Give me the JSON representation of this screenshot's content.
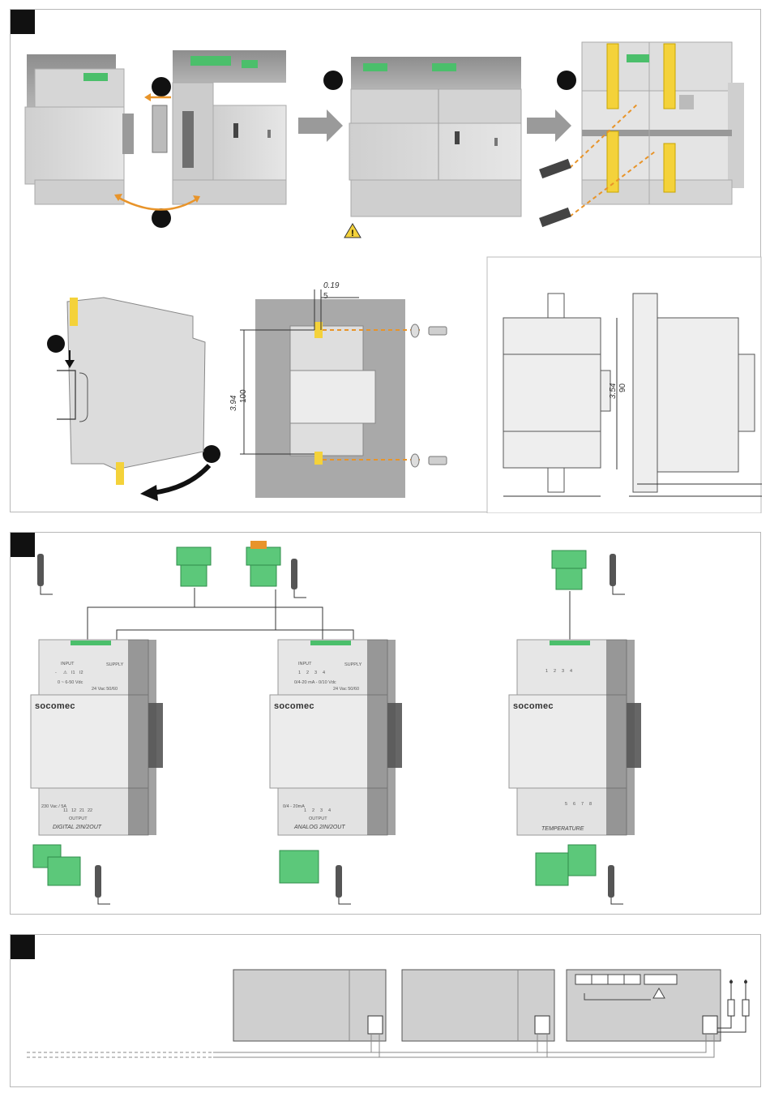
{
  "dimensions": {
    "gap_in": "0.19",
    "gap_mm": "5",
    "height_in": "3.94",
    "height_mm": "100",
    "side_in": "3.54",
    "side_mm": "90"
  },
  "modules": [
    {
      "brand": "socomec",
      "input_label": "INPUT",
      "input_range": "0 ~ 6-50 Vdc",
      "supply_label": "SUPPLY",
      "supply_spec": "24 Vac 50/60",
      "output_label": "OUTPUT",
      "output_spec": "230 Vac / 5A",
      "model": "DIGITAL 2IN/2OUT",
      "terminals_in": [
        "-",
        "⚠",
        "I1",
        "I2"
      ],
      "terminals_out": [
        "11",
        "12",
        "21",
        "22"
      ]
    },
    {
      "brand": "socomec",
      "input_label": "INPUT",
      "input_range": "0/4-20 mA - 0/10 Vdc",
      "supply_label": "SUPPLY",
      "supply_spec": "24 Vac 50/60",
      "output_label": "OUTPUT",
      "output_spec": "0/4 - 20mA",
      "model": "ANALOG 2IN/2OUT",
      "terminals_in": [
        "1",
        "2",
        "3",
        "4"
      ],
      "terminals_out": [
        "1",
        "2",
        "3",
        "4"
      ]
    },
    {
      "brand": "socomec",
      "model": "TEMPERATURE",
      "terminals_in": [
        "1",
        "2",
        "3",
        "4"
      ],
      "terminals_out": [
        "5",
        "6",
        "7",
        "8"
      ]
    }
  ],
  "warning_icon": "warning-triangle-icon",
  "colors": {
    "module_body": "#d9d9d9",
    "module_dark": "#555555",
    "connector_green": "#5cc87a",
    "bracket_yellow": "#f4d23a",
    "arrow_grey": "#9a9a9a",
    "dashed_orange": "#e8942a"
  }
}
